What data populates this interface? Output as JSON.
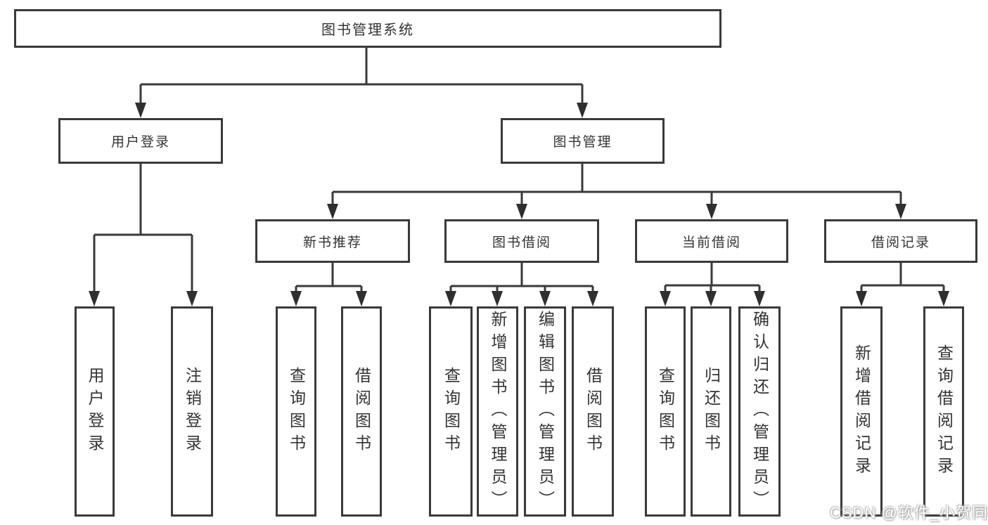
{
  "diagram": {
    "title": "图书管理系统",
    "level2": [
      {
        "label": "用户登录"
      },
      {
        "label": "图书管理"
      }
    ],
    "level3": [
      {
        "label": "新书推荐"
      },
      {
        "label": "图书借阅"
      },
      {
        "label": "当前借阅"
      },
      {
        "label": "借阅记录"
      }
    ],
    "leaves": {
      "user_login": [
        "用户登录",
        "注销登录"
      ],
      "new_book": [
        "查询图书",
        "借阅图书"
      ],
      "book_borrow": [
        "查询图书",
        "新增图书（管理员）",
        "编辑图书（管理员）",
        "借阅图书"
      ],
      "current_borrow": [
        "查询图书",
        "归还图书",
        "确认归还（管理员）"
      ],
      "borrow_records": [
        "新增借阅记录",
        "查询借阅记录"
      ]
    }
  },
  "watermark": {
    "text": "CSDN @软件_小贺同学"
  },
  "colors": {
    "line": "#3a3a3a",
    "text": "#333333",
    "background": "#ffffff",
    "watermark": "#eeeeee"
  }
}
